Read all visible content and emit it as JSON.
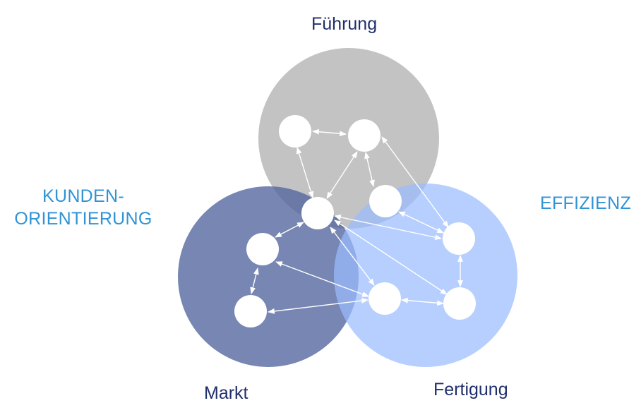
{
  "labels": {
    "fuehrung": "Führung",
    "markt": "Markt",
    "fertigung": "Fertigung",
    "effizienz": "EFFIZIENZ",
    "kunden_line1": "KUNDEN-",
    "kunden_line2": "ORIENTIERUNG"
  },
  "colors": {
    "fuehrung_circle": "#c3c3c3",
    "markt_circle": "#51649c",
    "fertigung_circle": "#9bbcfd",
    "node": "#ffffff",
    "arrow": "#ffffff",
    "label_dark": "#1f2f6b",
    "label_accent": "#2f93d6"
  }
}
